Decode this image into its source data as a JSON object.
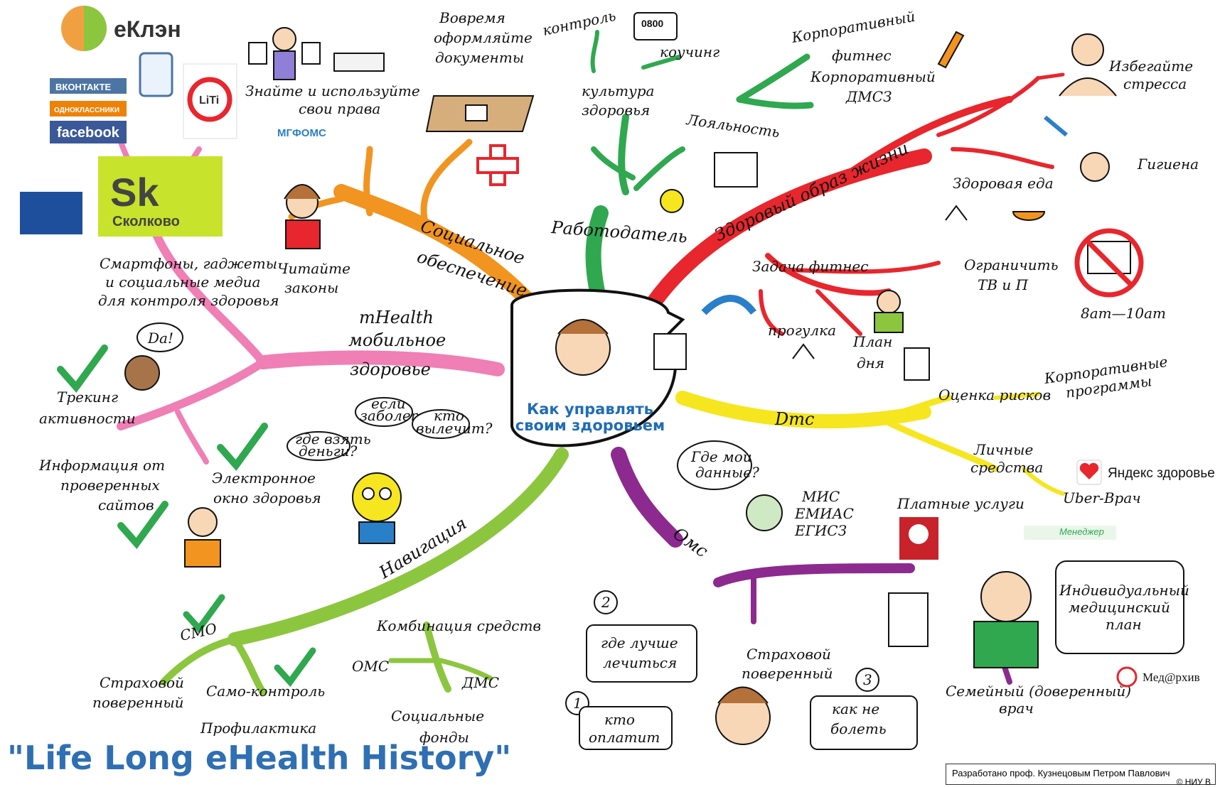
{
  "colors": {
    "orange": "#f29420",
    "green_dark": "#2fa84f",
    "green_lime": "#8cc63f",
    "red": "#e8262d",
    "pink": "#ef7fb5",
    "yellow": "#f5e61f",
    "purple": "#8c2a8f",
    "center_title": "#1f6db5",
    "footer_title": "#2f6fb3",
    "skolkovo_bg": "#c8e32b",
    "vk_blue": "#4c75a3",
    "ok_orange": "#ee8208",
    "fb_blue": "#3b5998",
    "hse_blue": "#1e4f9c"
  },
  "center": {
    "title_line1": "Как управлять",
    "title_line2": "своим здоровьем"
  },
  "branches": {
    "social": {
      "label_line1": "Социальное",
      "label_line2": "обеспечение"
    },
    "employer": {
      "label": "Работодатель"
    },
    "healthy": {
      "label": "Здоровый образ жизни"
    },
    "mhealth": {
      "label_line1": "mHealth",
      "label_line2": "мобильное",
      "label_line3": "здоровье"
    },
    "dms": {
      "label": "Dmc"
    },
    "oms": {
      "label": "Омс"
    },
    "navigation": {
      "label": "Навигация"
    }
  },
  "nodes": {
    "eklon": "еКлэн",
    "vk": "ВКОНТАКТЕ",
    "ok": "ОДНОКЛАССНИКИ",
    "facebook": "facebook",
    "liti": "LiTi",
    "skolkovo_sk": "Sk",
    "skolkovo": "Сколково",
    "know_rights_1": "Знайте и используйте",
    "know_rights_2": "свои права",
    "mgfoms": "МГФОМС",
    "docs_1": "Вовремя",
    "docs_2": "оформляйте",
    "docs_3": "документы",
    "control": "контроль",
    "counter": "0800",
    "coaching": "коучинг",
    "health_culture_1": "культура",
    "health_culture_2": "здоровья",
    "corp_fitness_1": "Корпоративный",
    "corp_fitness_2": "фитнес",
    "corp_dms_1": "Корпоративный",
    "corp_dms_2": "ДМСЗ",
    "loyalty": "Лояльность",
    "avoid_stress_1": "Избегайте",
    "avoid_stress_2": "стресса",
    "hygiene": "Гигиена",
    "healthy_food": "Здоровая еда",
    "fitness_task": "Задача фитнес",
    "limit_tv_1": "Ограничить",
    "limit_tv_2": "ТВ и П",
    "time_range": "8am—10am",
    "walk": "прогулка",
    "day_plan_1": "План",
    "day_plan_2": "дня",
    "read_laws_1": "Читайте",
    "read_laws_2": "законы",
    "gadgets_1": "Смартфоны, гаджеты",
    "gadgets_2": "и социальные медиа",
    "gadgets_3": "для контроля здоровья",
    "da": "Da!",
    "tracking_1": "Трекинг",
    "tracking_2": "активности",
    "info_1": "Информация от",
    "info_2": "проверенных",
    "info_3": "сайтов",
    "e_window_1": "Электронное",
    "e_window_2": "окно здоровья",
    "bubble_sick_1": "если",
    "bubble_sick_2": "заболеть?",
    "bubble_who_1": "кто",
    "bubble_who_2": "вылечит?",
    "bubble_money_1": "где взять",
    "bubble_money_2": "деньги?",
    "risk": "Оценка рисков",
    "corp_prog_1": "Корпоративные",
    "corp_prog_2": "программы",
    "personal_1": "Личные",
    "personal_2": "средства",
    "yandex": "Яндекс здоровье",
    "uber": "Uber-Врач",
    "paid": "Платные услуги",
    "where_data_1": "Где мои",
    "where_data_2": "данные?",
    "mis_1": "МИС",
    "mis_2": "ЕМИАС",
    "mis_3": "ЕГИСЗ",
    "manager": "Менеджер",
    "smo": "СМО",
    "insurer_1": "Страховой",
    "insurer_2": "поверенный",
    "self_control": "Само-контроль",
    "prevention": "Профилактика",
    "combo": "Комбинация средств",
    "oms_small": "ОМС",
    "dms_small": "ДМС",
    "social_funds_1": "Социальные",
    "social_funds_2": "фонды",
    "where_treat_1": "где лучше",
    "where_treat_2": "лечиться",
    "who_pays_1": "кто",
    "who_pays_2": "оплатит",
    "not_sick_1": "как не",
    "not_sick_2": "болеть",
    "num1": "1",
    "num2": "2",
    "num3": "3",
    "insurer_oms_1": "Страховой",
    "insurer_oms_2": "поверенный",
    "plan_1": "Индивидуальный",
    "plan_2": "медицинский",
    "plan_3": "план",
    "family_1": "Семейный (доверенный)",
    "family_2": "врач",
    "medarchive": "Мед@рхив"
  },
  "footer": {
    "title": "\"Life Long eHealth History\"",
    "credit_line1": "Разработано проф. Кузнецовым Петром Павлович",
    "credit_line2": "© НИУ В"
  }
}
